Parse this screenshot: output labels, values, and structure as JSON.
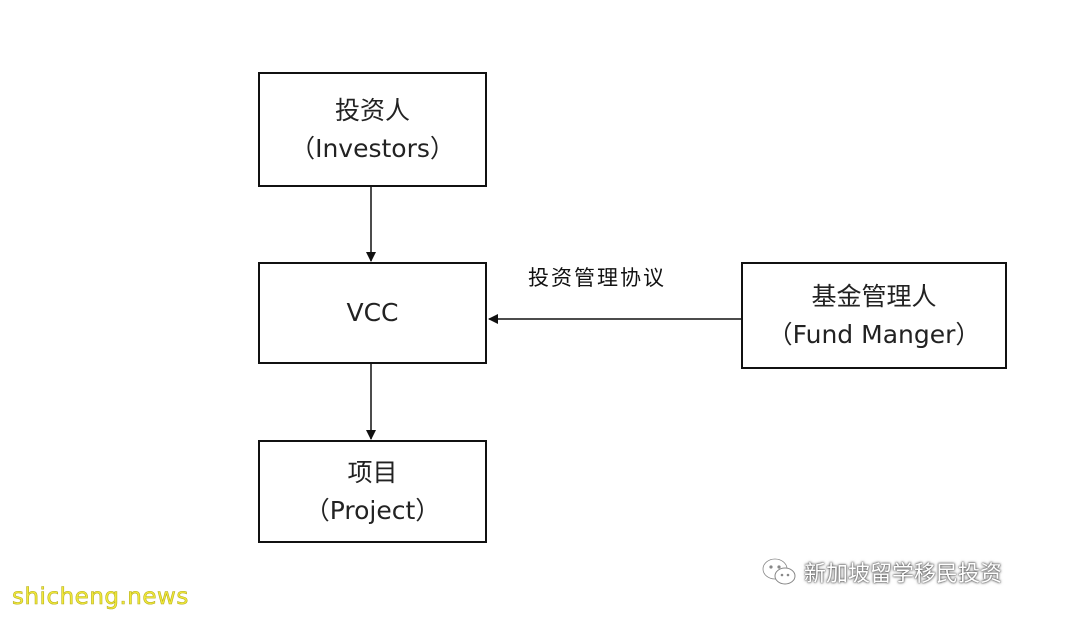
{
  "diagram": {
    "nodes": {
      "investors": {
        "title": "投资人",
        "subtitle": "（Investors）"
      },
      "vcc": {
        "title": "VCC"
      },
      "project": {
        "title": "项目",
        "subtitle": "（Project）"
      },
      "fund_manager": {
        "title": "基金管理人",
        "subtitle": "（Fund Manger）"
      }
    },
    "edges": [
      {
        "from": "investors",
        "to": "vcc",
        "label": ""
      },
      {
        "from": "fund_manager",
        "to": "vcc",
        "label": "投资管理协议"
      },
      {
        "from": "vcc",
        "to": "project",
        "label": ""
      }
    ]
  },
  "watermark": {
    "site": "shicheng.news",
    "wechat_account": "新加坡留学移民投资",
    "icon": "wechat-icon"
  }
}
